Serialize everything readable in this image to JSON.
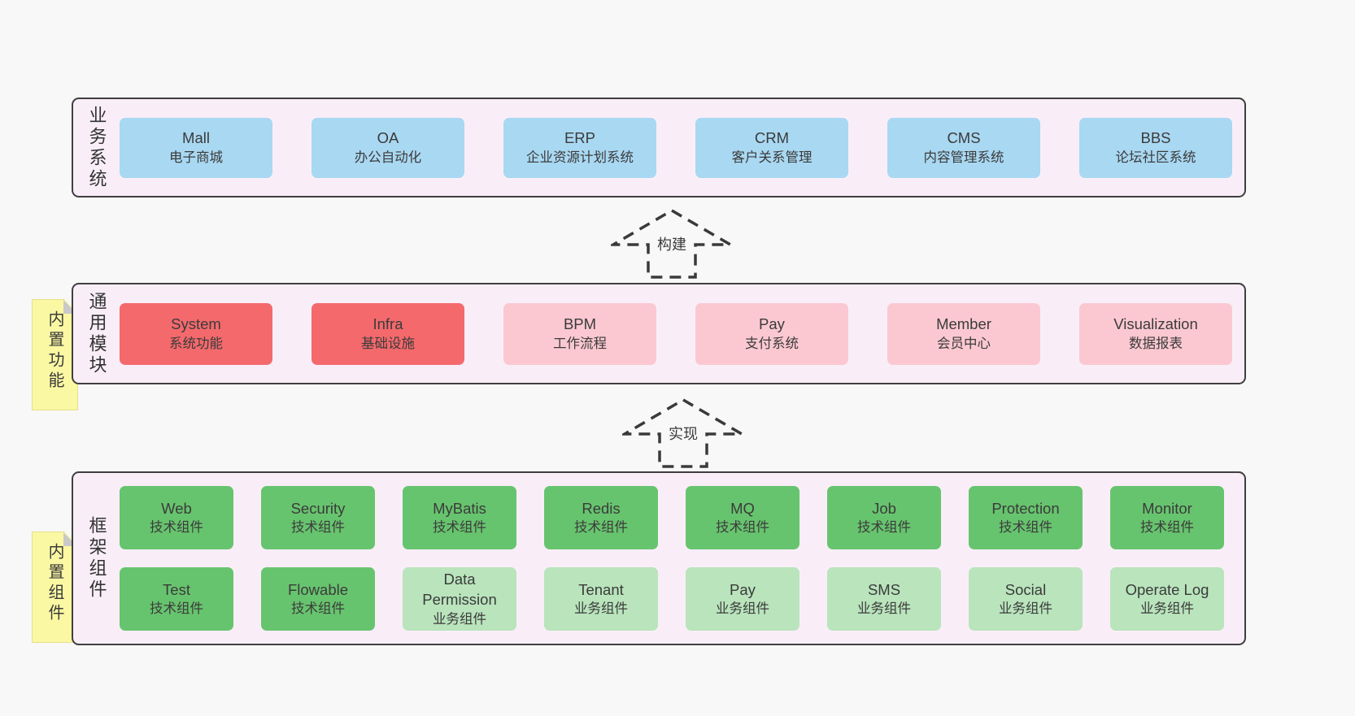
{
  "diagram": {
    "type": "layered-architecture",
    "colors": {
      "page_bg": "#f8f8f8",
      "band_bg": "#f9eef8",
      "band_border": "#3f3f3f",
      "blue_box": "#a9d8f2",
      "red_box": "#f4696c",
      "pink_box": "#fbc8d1",
      "green_box": "#67c46e",
      "light_green_box": "#b9e4bc",
      "note_bg": "#fbf8a3",
      "note_fold": "#c9c9c9"
    }
  },
  "arrows": [
    {
      "label": "构建",
      "direction": "up"
    },
    {
      "label": "实现",
      "direction": "up"
    }
  ],
  "bands": [
    {
      "label": "业务系统",
      "boxes": [
        {
          "title": "Mall",
          "subtitle": "电子商城",
          "variant": "blue"
        },
        {
          "title": "OA",
          "subtitle": "办公自动化",
          "variant": "blue"
        },
        {
          "title": "ERP",
          "subtitle": "企业资源计划系统",
          "variant": "blue"
        },
        {
          "title": "CRM",
          "subtitle": "客户关系管理",
          "variant": "blue"
        },
        {
          "title": "CMS",
          "subtitle": "内容管理系统",
          "variant": "blue"
        },
        {
          "title": "BBS",
          "subtitle": "论坛社区系统",
          "variant": "blue"
        }
      ]
    },
    {
      "label": "通用模块",
      "note": "内置功能",
      "boxes": [
        {
          "title": "System",
          "subtitle": "系统功能",
          "variant": "red"
        },
        {
          "title": "Infra",
          "subtitle": "基础设施",
          "variant": "red"
        },
        {
          "title": "BPM",
          "subtitle": "工作流程",
          "variant": "pink"
        },
        {
          "title": "Pay",
          "subtitle": "支付系统",
          "variant": "pink"
        },
        {
          "title": "Member",
          "subtitle": "会员中心",
          "variant": "pink"
        },
        {
          "title": "Visualization",
          "subtitle": "数据报表",
          "variant": "pink"
        }
      ]
    },
    {
      "label": "框架组件",
      "note": "内置组件",
      "rows": [
        [
          {
            "title": "Web",
            "subtitle": "技术组件",
            "variant": "green"
          },
          {
            "title": "Security",
            "subtitle": "技术组件",
            "variant": "green"
          },
          {
            "title": "MyBatis",
            "subtitle": "技术组件",
            "variant": "green"
          },
          {
            "title": "Redis",
            "subtitle": "技术组件",
            "variant": "green"
          },
          {
            "title": "MQ",
            "subtitle": "技术组件",
            "variant": "green"
          },
          {
            "title": "Job",
            "subtitle": "技术组件",
            "variant": "green"
          },
          {
            "title": "Protection",
            "subtitle": "技术组件",
            "variant": "green"
          },
          {
            "title": "Monitor",
            "subtitle": "技术组件",
            "variant": "green"
          }
        ],
        [
          {
            "title": "Test",
            "subtitle": "技术组件",
            "variant": "green"
          },
          {
            "title": "Flowable",
            "subtitle": "技术组件",
            "variant": "green"
          },
          {
            "title": "Data Permission",
            "subtitle": "业务组件",
            "variant": "green-light"
          },
          {
            "title": "Tenant",
            "subtitle": "业务组件",
            "variant": "green-light"
          },
          {
            "title": "Pay",
            "subtitle": "业务组件",
            "variant": "green-light"
          },
          {
            "title": "SMS",
            "subtitle": "业务组件",
            "variant": "green-light"
          },
          {
            "title": "Social",
            "subtitle": "业务组件",
            "variant": "green-light"
          },
          {
            "title": "Operate Log",
            "subtitle": "业务组件",
            "variant": "green-light"
          }
        ]
      ]
    }
  ]
}
